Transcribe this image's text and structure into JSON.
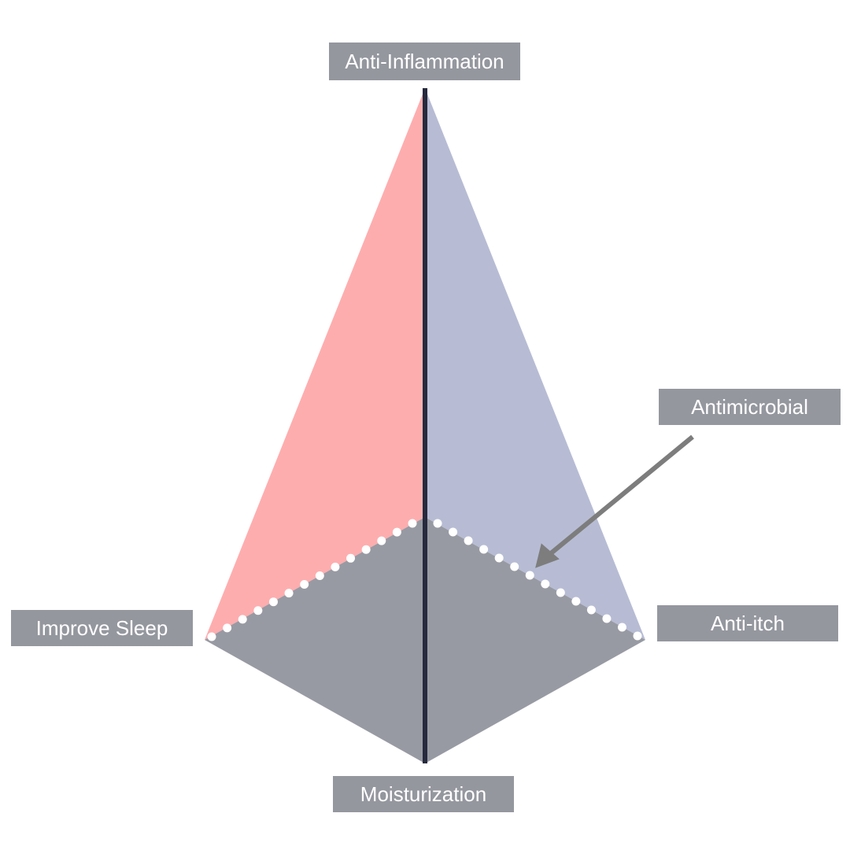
{
  "labels": {
    "anti_inflammation": "Anti-Inflammation",
    "antimicrobial": "Antimicrobial",
    "improve_sleep": "Improve Sleep",
    "anti_itch": "Anti-itch",
    "moisturization": "Moisturization"
  },
  "colors": {
    "left_face": "#feadae",
    "right_face": "#b7bcd4",
    "base": "#989aa3",
    "central_edge": "#262a3d",
    "label_bg": "#95979f",
    "label_text": "#ffffff",
    "arrow": "#7d7d7d",
    "dots": "#ffffff"
  }
}
